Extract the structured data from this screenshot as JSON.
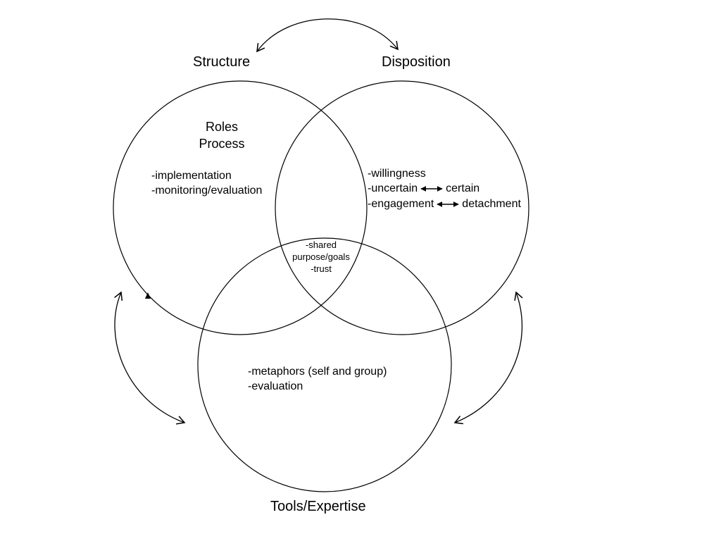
{
  "labels": {
    "structure": "Structure",
    "disposition": "Disposition",
    "tools": "Tools/Expertise"
  },
  "structure_circle": {
    "heading_1": "Roles",
    "heading_2": "Process",
    "items": [
      "-implementation",
      "-monitoring/evaluation"
    ]
  },
  "disposition_circle": {
    "item_1": "-willingness",
    "item_2_left": "-uncertain",
    "item_2_right": "certain",
    "item_3_left": "-engagement",
    "item_3_right": "detachment"
  },
  "center": {
    "lines": [
      "-shared",
      "purpose/goals",
      "-trust"
    ]
  },
  "tools_circle": {
    "items": [
      "-metaphors (self and group)",
      "-evaluation"
    ]
  }
}
